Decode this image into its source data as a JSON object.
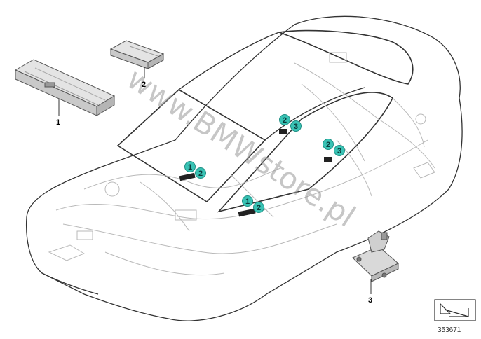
{
  "watermark": "www.BMWstore.pl",
  "reference_number": "353671",
  "colors": {
    "callout_fill": "#39c2b4",
    "callout_stroke": "#1e8f84",
    "line": "#555555",
    "wiring": "#b9b9b9"
  },
  "parts": [
    {
      "label": "1",
      "name": "module-1"
    },
    {
      "label": "2",
      "name": "module-2"
    },
    {
      "label": "3",
      "name": "bracket-3"
    }
  ],
  "callouts": [
    {
      "num": "1"
    },
    {
      "num": "2"
    },
    {
      "num": "2"
    },
    {
      "num": "3"
    },
    {
      "num": "2"
    },
    {
      "num": "3"
    },
    {
      "num": "1"
    },
    {
      "num": "2"
    }
  ],
  "icons": {
    "nav_arrow": "arrow-icon"
  }
}
